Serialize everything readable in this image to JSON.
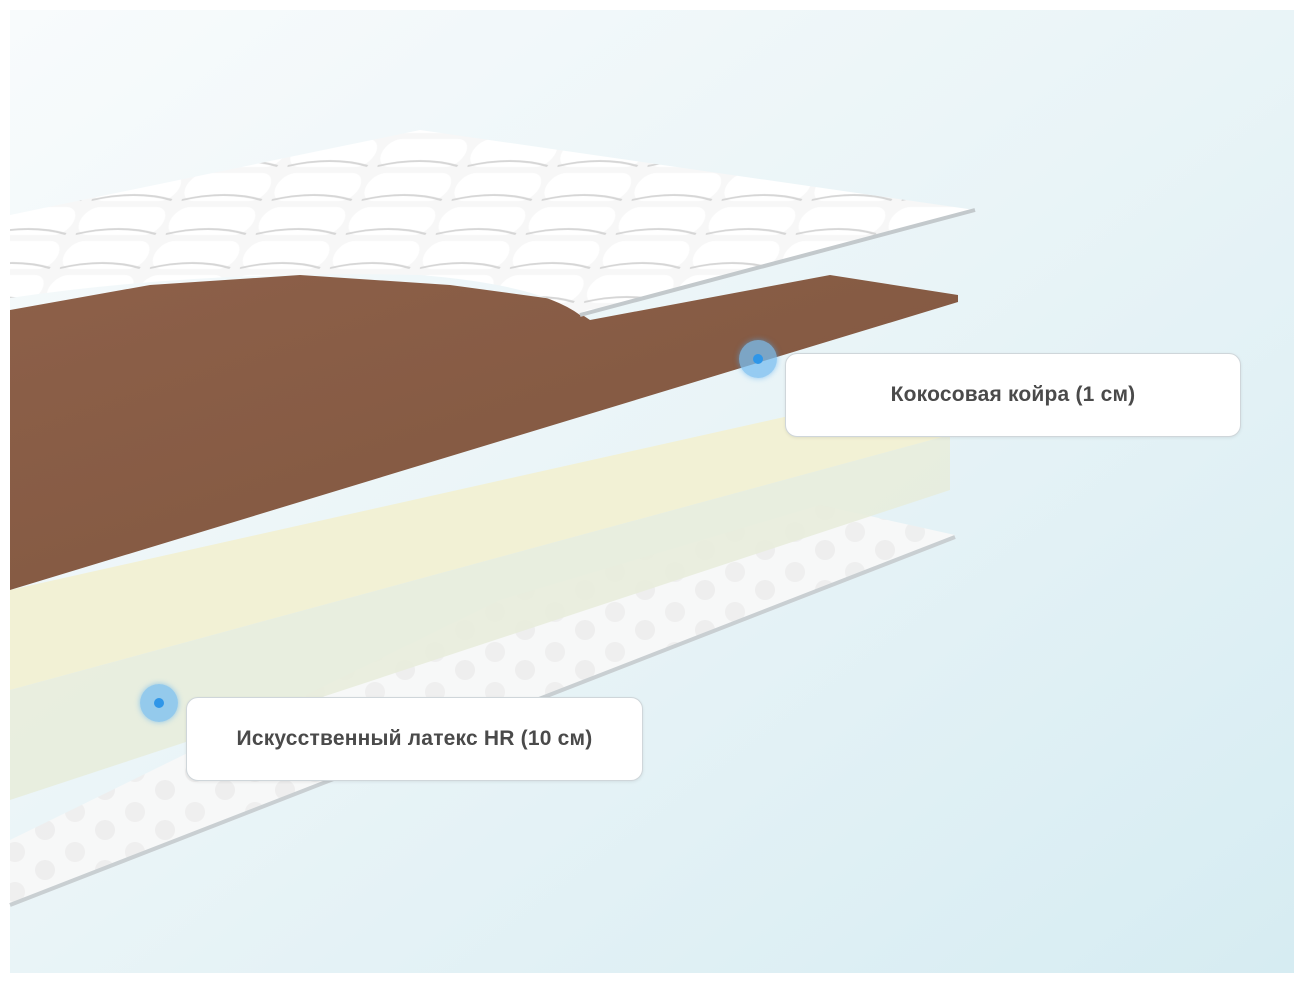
{
  "diagram": {
    "layers": [
      {
        "name": "quilted-cover",
        "color": "#f4f4f4"
      },
      {
        "name": "coconut-coir",
        "color": "#8a5d45"
      },
      {
        "name": "artificial-latex",
        "color": "#f1f0d8"
      },
      {
        "name": "bottom-cover",
        "color": "#f7f7f7"
      }
    ],
    "callouts": {
      "coir": "Кокосовая койра (1 см)",
      "latex": "Искусственный латекс HR (10 см)"
    },
    "colors": {
      "background_top": "#f7fbfc",
      "background_bottom": "#d8edf3",
      "marker": "#2f96e8"
    }
  }
}
